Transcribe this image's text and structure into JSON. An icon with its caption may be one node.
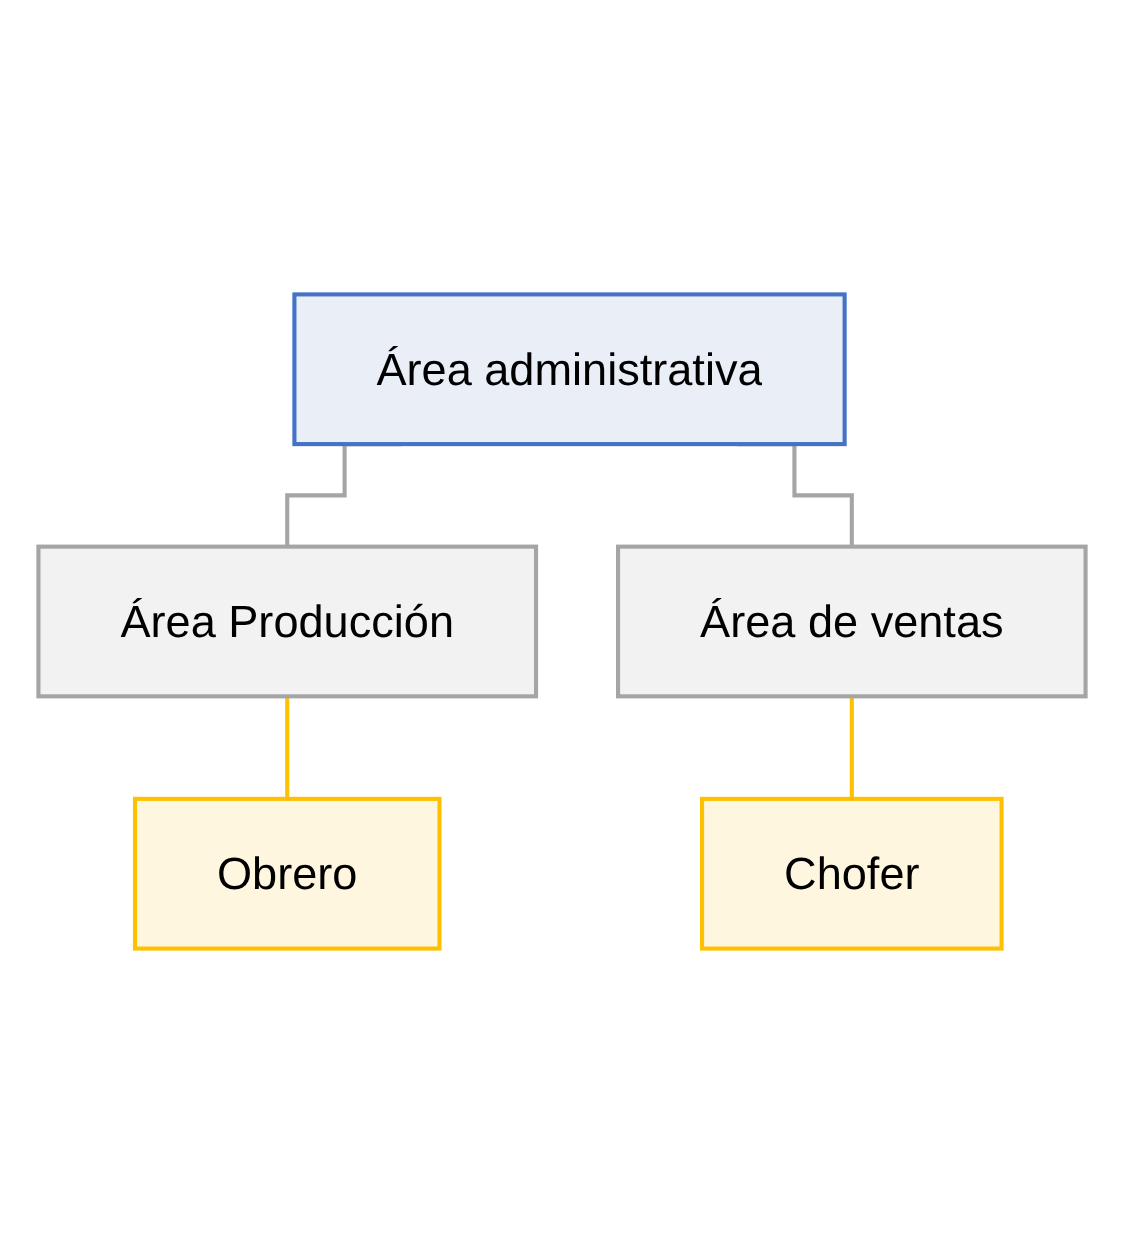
{
  "diagram": {
    "nodes": [
      {
        "text": [
          "Área administrativa"
        ]
      },
      {
        "text": [
          "Área Producción"
        ]
      },
      {
        "text": [
          "Área de ventas"
        ]
      },
      {
        "text": [
          "Obrero"
        ]
      },
      {
        "text": [
          "Chofer"
        ]
      }
    ],
    "edges": [
      {
        "from": 0,
        "to": 1,
        "arrow": "none"
      },
      {
        "from": 0,
        "to": 2,
        "arrow": "none"
      },
      {
        "from": 1,
        "to": 3,
        "arrow": "none",
        "color": "#ffc000"
      },
      {
        "from": 2,
        "to": 4,
        "arrow": "none",
        "color": "#ffc000"
      }
    ]
  }
}
